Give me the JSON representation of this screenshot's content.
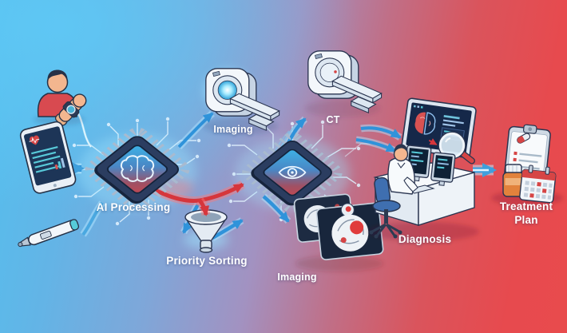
{
  "labels": {
    "ai_processing": "AI Processing",
    "imaging_top": "Imaging",
    "ct": "CT",
    "priority_sorting": "Priority Sorting",
    "imaging_bottom": "Imaging",
    "diagnosis": "Diagnosis",
    "treatment_plan": "Treatment Plan"
  },
  "icons": [
    "patient-icon",
    "smartwatch-icon",
    "health-record-tablet-icon",
    "thermometer-icon",
    "ai-chip-brain-icon",
    "mri-scanner-icon",
    "ct-scanner-icon",
    "ai-chip-eye-icon",
    "funnel-icon",
    "brain-scan-panel-icon",
    "wall-display-icon",
    "magnifier-icon",
    "doctor-icon",
    "desk-monitor-icon",
    "office-chair-icon",
    "clipboard-icon",
    "pill-bottle-icon",
    "calendar-icon",
    "flow-arrow-blue",
    "flow-arrow-red",
    "circuit-trace"
  ],
  "colors": {
    "background_left": "#54bfee",
    "background_mid": "#a292c1",
    "background_right": "#e74a4e",
    "arrow_blue": "#2f93da",
    "arrow_red": "#d6363c",
    "chip_body": "#2b3d60",
    "chip_screen_blue": "#3cb4e8",
    "chip_screen_red": "#c24852",
    "accent_teal": "#56cbd9",
    "label_text": "#ffffff"
  }
}
